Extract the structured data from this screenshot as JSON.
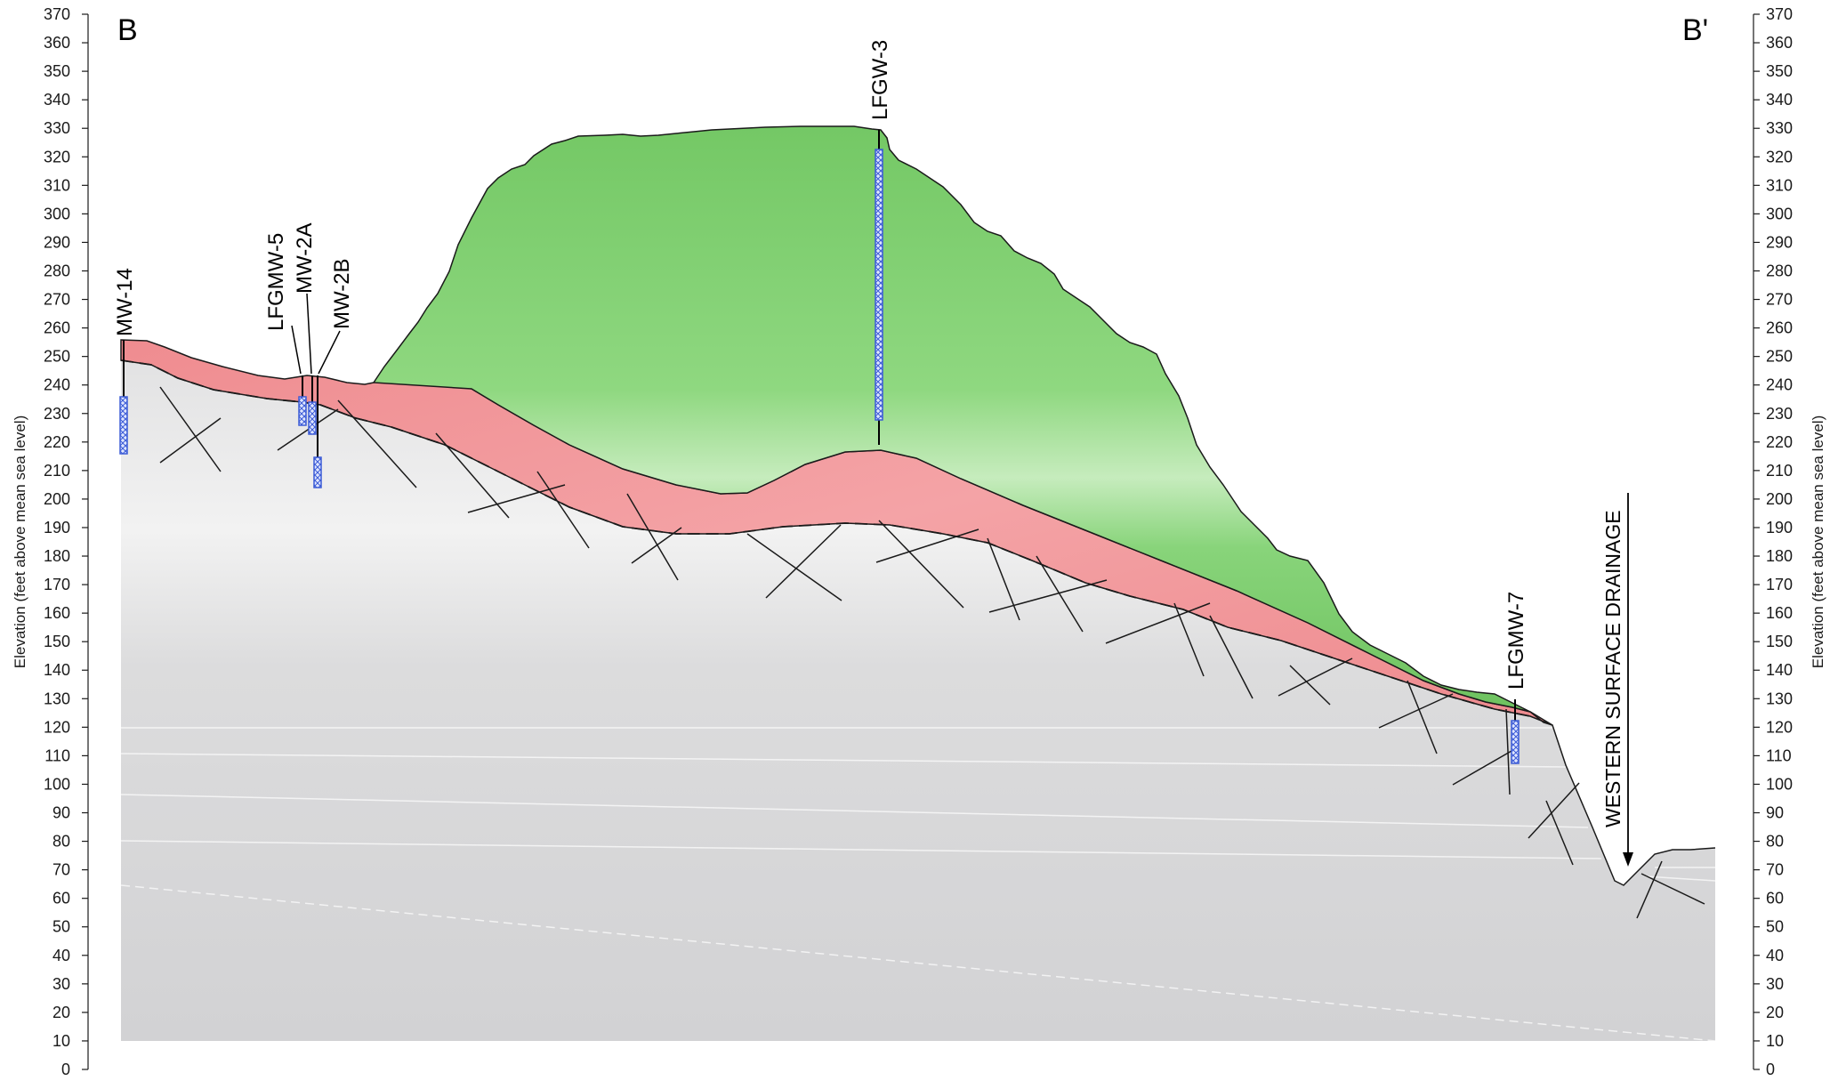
{
  "cross_section": {
    "left_label": "B",
    "right_label": "B'",
    "y_axis_title_left": "Elevation (feet above mean sea level)",
    "y_axis_title_right": "Elevation (feet above mean sea level)",
    "y_ticks": [
      0,
      10,
      20,
      30,
      40,
      50,
      60,
      70,
      80,
      90,
      100,
      110,
      120,
      130,
      140,
      150,
      160,
      170,
      180,
      190,
      200,
      210,
      220,
      230,
      240,
      250,
      260,
      270,
      280,
      290,
      300,
      310,
      320,
      330,
      340,
      350,
      360,
      370
    ],
    "y_range": [
      0,
      370
    ],
    "wells": [
      {
        "name": "MW-14"
      },
      {
        "name": "LFGMW-5"
      },
      {
        "name": "MW-2A"
      },
      {
        "name": "MW-2B"
      },
      {
        "name": "LFGW-3"
      },
      {
        "name": "LFGMW-7"
      }
    ],
    "drainage_label": "WESTERN SURFACE DRAINAGE",
    "colors": {
      "waste": "#7fcf6e",
      "cover_soil": "#f08f92",
      "bedrock": "#d4d4d6",
      "screen": "#3b5bd6"
    }
  }
}
